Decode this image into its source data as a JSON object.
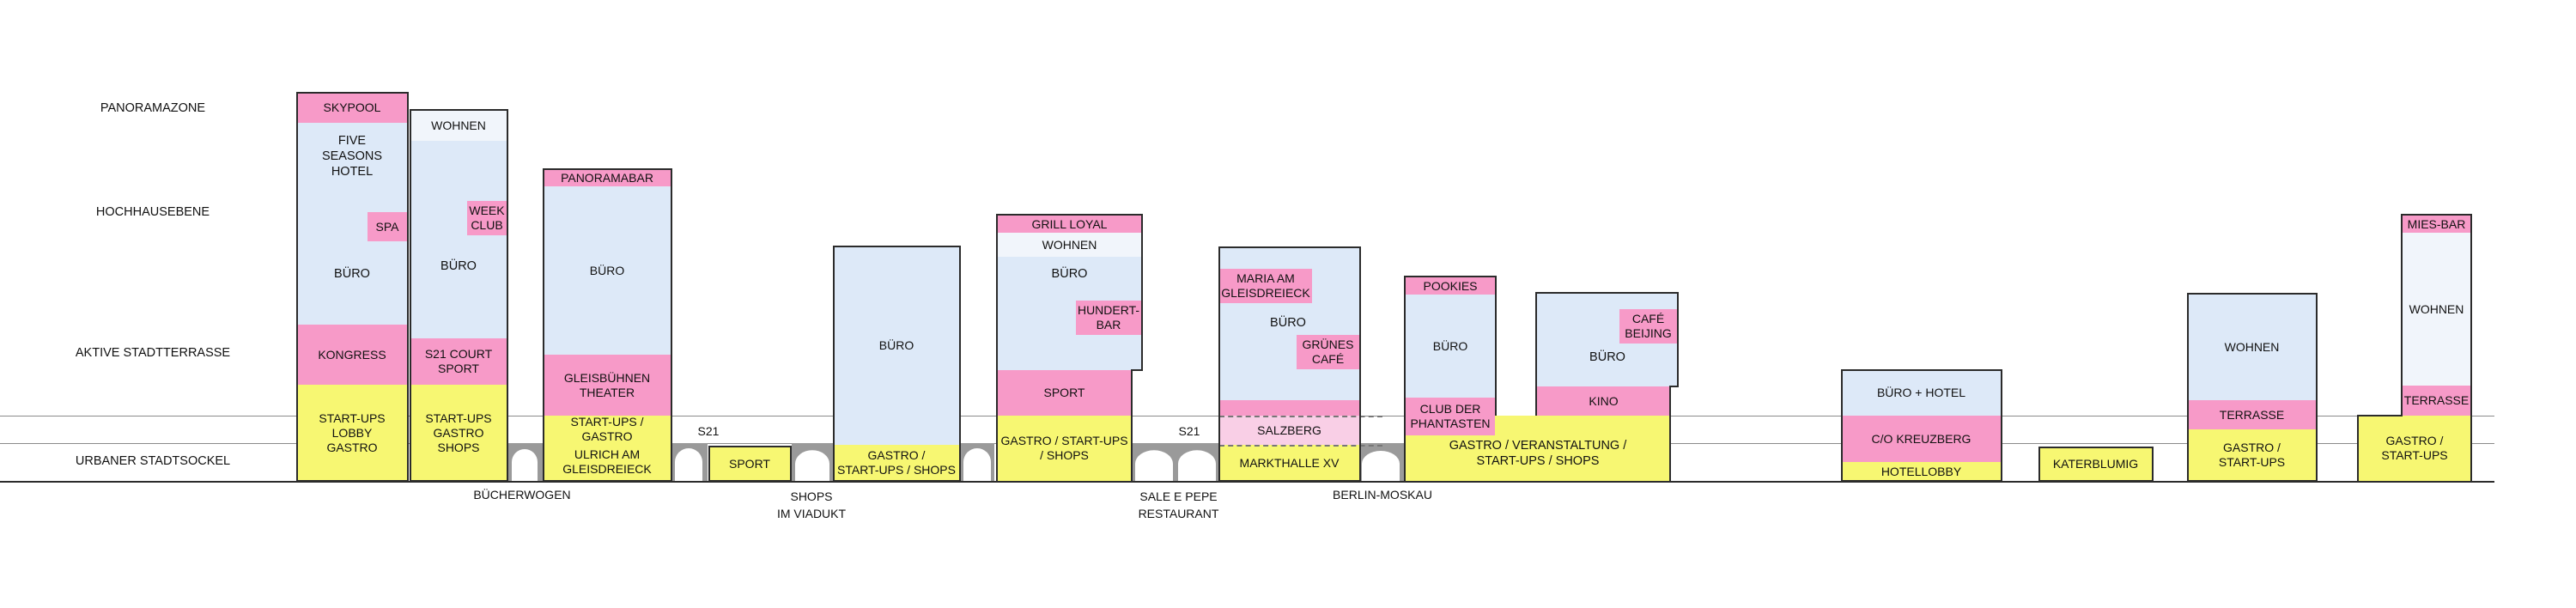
{
  "zones": [
    {
      "key": "panorama",
      "label": "PANORAMAZONE"
    },
    {
      "key": "hochhaus",
      "label": "HOCHHAUSEBENE"
    },
    {
      "key": "terrasse",
      "label": "AKTIVE STADTTERRASSE"
    },
    {
      "key": "sockel",
      "label": "URBANER STADTSOCKEL"
    }
  ],
  "buildings": {
    "b1": {
      "skypool": "SKYPOOL",
      "hotel": "FIVE\nSEASONS\nHOTEL",
      "spa": "SPA",
      "buero": "BÜRO",
      "kongress": "KONGRESS",
      "base": "START-UPS\nLOBBY\nGASTRO"
    },
    "b2": {
      "wohnen": "WOHNEN",
      "weekclub": "WEEK\nCLUB",
      "buero": "BÜRO",
      "court": "S21 COURT\nSPORT",
      "base": "START-UPS\nGASTRO\nSHOPS"
    },
    "b3": {
      "panoramabar": "PANORAMABAR",
      "buero": "BÜRO",
      "theater": "GLEISBÜHNEN\nTHEATER",
      "startups": "START-UPS / GASTRO",
      "ulrich": "ULRICH AM\nGLEISDREIECK"
    },
    "s21a": "S21",
    "sport": "SPORT",
    "b4": {
      "buero": "BÜRO",
      "base": "GASTRO /\nSTART-UPS / SHOPS"
    },
    "b5": {
      "grill": "GRILL LOYAL",
      "wohnen": "WOHNEN",
      "buero": "BÜRO",
      "hundert": "HUNDERT-\nBAR",
      "sport": "SPORT",
      "base": "GASTRO / START-UPS\n/ SHOPS"
    },
    "s21b": "S21",
    "b6": {
      "maria": "MARIA AM\nGLEISDREIECK",
      "buero": "BÜRO",
      "gruenes": "GRÜNES\nCAFÉ",
      "salzberg": "SALZBERG",
      "markthalle": "MARKTHALLE XV"
    },
    "b7": {
      "pookies": "POOKIES",
      "buero": "BÜRO",
      "club": "CLUB DER\nPHANTASTEN",
      "base": "GASTRO / VERANSTALTUNG /\nSTART-UPS / SHOPS"
    },
    "b8": {
      "buero": "BÜRO",
      "cafe": "CAFÉ\nBEIJING",
      "kino": "KINO"
    },
    "b9": {
      "buero": "BÜRO + HOTEL",
      "kreuzberg": "C/O KREUZBERG",
      "lobby": "HOTELLOBBY"
    },
    "b10": {
      "kater": "KATERBLUMIG"
    },
    "b11": {
      "wohnen": "WOHNEN",
      "terrasse": "TERRASSE",
      "base": "GASTRO /\nSTART-UPS"
    },
    "b12": {
      "miesbar": "MIES-BAR",
      "wohnen": "WOHNEN",
      "terrasse": "TERRASSE",
      "base": "GASTRO /\nSTART-UPS"
    }
  },
  "below_labels": {
    "buecherwogen": "BÜCHERWOGEN",
    "shops": "SHOPS\nIM VIADUKT",
    "sale": "SALE E PEPE\nRESTAURANT",
    "berlin": "BERLIN-MOSKAU"
  },
  "colors": {
    "yellow": "#f7f772",
    "pink": "#f79ac8",
    "light_blue": "#dde9f8",
    "outline": "#2b2b2b"
  }
}
